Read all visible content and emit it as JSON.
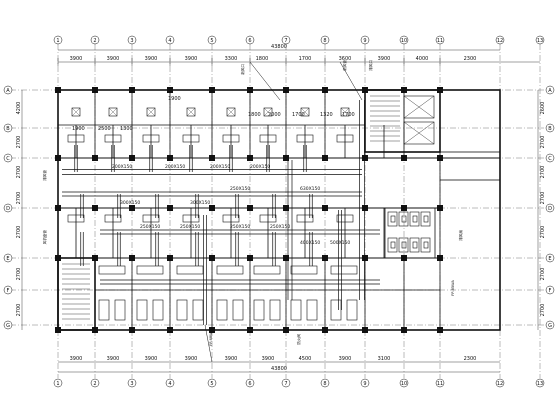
{
  "drawing": {
    "top_overall_dim": "43800",
    "bottom_overall_dim": "43800",
    "top_dims": [
      "3900",
      "3900",
      "3900",
      "3900",
      "3300",
      "1800",
      "1700",
      "3600",
      "3900",
      "4000",
      "2300"
    ],
    "bottom_dims": [
      "3900",
      "3900",
      "3900",
      "3900",
      "3900",
      "3900",
      "4500",
      "3900",
      "3100",
      "2300"
    ],
    "left_dims": [
      "4200",
      "2700",
      "2700",
      "2700",
      "2700",
      "2700",
      "2700"
    ],
    "right_dims": [
      "2600",
      "2700",
      "2700",
      "2700",
      "2700",
      "2700",
      "2700"
    ],
    "interior_dims": [
      "1900",
      "2500",
      "1300",
      "1900",
      "1800",
      "2000",
      "1700",
      "1320",
      "1700"
    ],
    "duct_sizes": [
      "200X150",
      "200X150",
      "200X150",
      "200X150",
      "300X150",
      "300X150",
      "250X150",
      "250X150",
      "250X150",
      "250X150",
      "400X150",
      "500X150",
      "630X150",
      "250X150"
    ],
    "col_axes": [
      "1",
      "2",
      "3",
      "4",
      "5",
      "6",
      "7",
      "8",
      "9",
      "10",
      "11",
      "12",
      "13"
    ],
    "row_axes": [
      "A",
      "B",
      "C",
      "D",
      "E",
      "F",
      "G"
    ],
    "notes": [
      "新风口",
      "新风管",
      "排风口",
      "排风管",
      "风机盘管",
      "排风扇",
      "FP-68WA",
      "FP-85WA",
      "防火阀"
    ]
  },
  "colors": {
    "line": "#111111",
    "paper": "#ffffff"
  }
}
